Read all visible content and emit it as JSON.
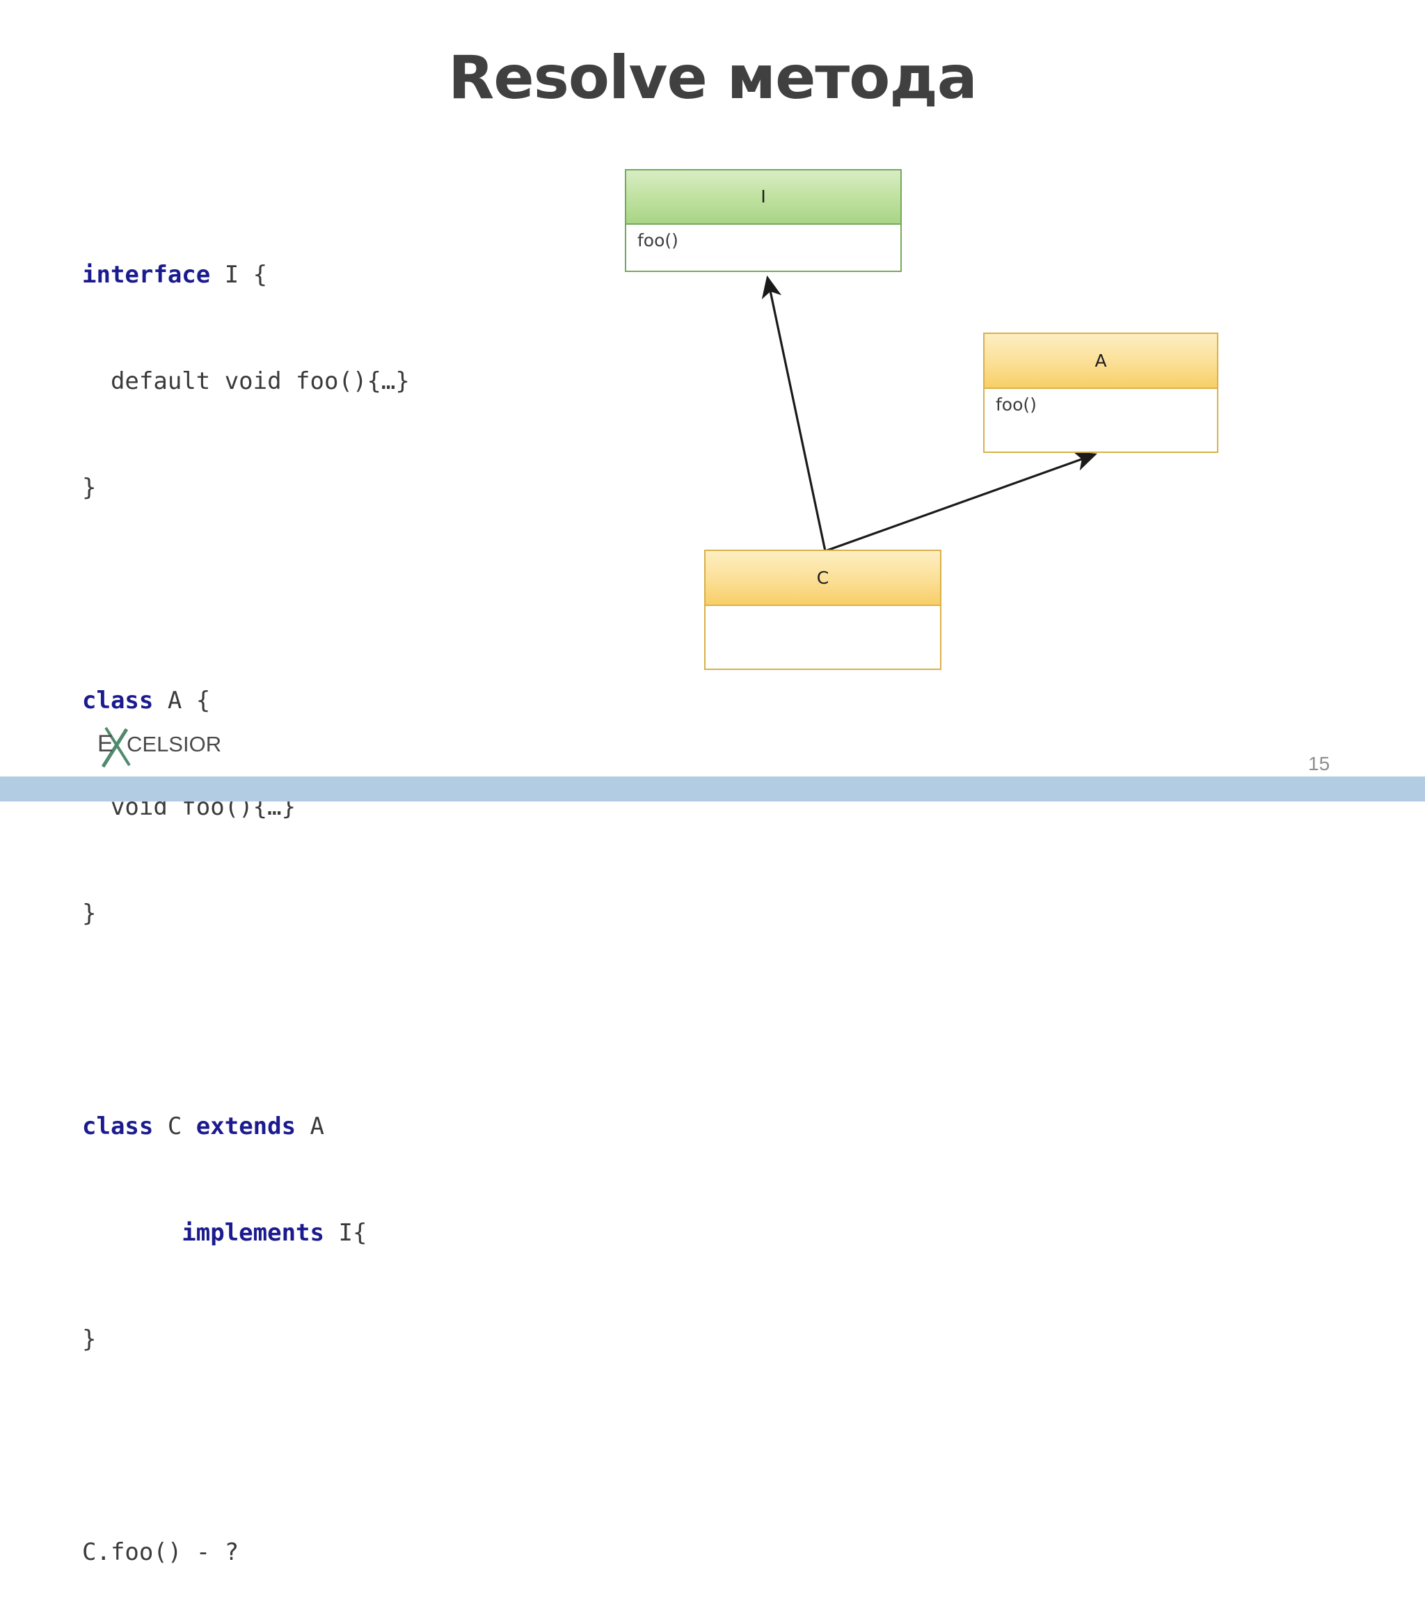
{
  "slide": {
    "title": "Resolve метода",
    "page_number": "15",
    "accent_bar_color": "#b2cde3",
    "title_color": "#404040"
  },
  "code": {
    "keyword_color": "#1b1b8f",
    "text_color": "#3a3a3a",
    "lines": [
      [
        {
          "t": "interface",
          "kw": true
        },
        {
          "t": " I {",
          "kw": false
        }
      ],
      [
        {
          "t": "  default void foo(){…}",
          "kw": false
        }
      ],
      [
        {
          "t": "}",
          "kw": false
        }
      ],
      [
        {
          "t": "",
          "kw": false
        }
      ],
      [
        {
          "t": "class",
          "kw": true
        },
        {
          "t": " A {",
          "kw": false
        }
      ],
      [
        {
          "t": "  void foo(){…}",
          "kw": false
        }
      ],
      [
        {
          "t": "}",
          "kw": false
        }
      ],
      [
        {
          "t": "",
          "kw": false
        }
      ],
      [
        {
          "t": "class",
          "kw": true
        },
        {
          "t": " C ",
          "kw": false
        },
        {
          "t": "extends",
          "kw": true
        },
        {
          "t": " A",
          "kw": false
        }
      ],
      [
        {
          "t": "       ",
          "kw": false
        },
        {
          "t": "implements",
          "kw": true
        },
        {
          "t": " I{",
          "kw": false
        }
      ],
      [
        {
          "t": "}",
          "kw": false
        }
      ],
      [
        {
          "t": "",
          "kw": false
        }
      ],
      [
        {
          "t": "C.foo() - ?",
          "kw": false
        }
      ]
    ]
  },
  "diagram": {
    "boxes": {
      "i": {
        "name": "I",
        "member": "foo()",
        "header_color": "#a8d586",
        "border_color": "#74a95c"
      },
      "a": {
        "name": "A",
        "member": "foo()",
        "header_color": "#f8cf67",
        "border_color": "#d9b04a"
      },
      "c": {
        "name": "C",
        "member": "",
        "header_color": "#f8cf67",
        "border_color": "#d9b04a"
      }
    },
    "arrows": [
      {
        "name": "arrow-c-implements-i",
        "from": "C",
        "to": "I"
      },
      {
        "name": "arrow-c-extends-a",
        "from": "C",
        "to": "A"
      }
    ],
    "arrow_color": "#1a1a1a"
  },
  "logo": {
    "lead_letter": "E",
    "word": "CELSIOR",
    "x_mark": "X",
    "text_color": "#4a4a4a",
    "x_color": "#4f8a6e"
  }
}
